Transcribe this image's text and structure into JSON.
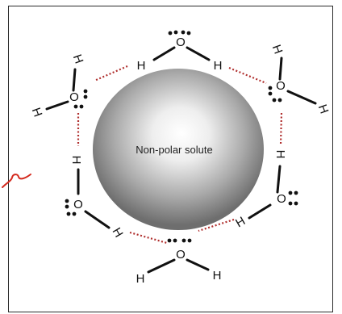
{
  "solute": {
    "label": "Non-polar solute",
    "gradient_light": "#ffffff",
    "gradient_dark": "#6e6e6e"
  },
  "atoms": {
    "oxygen": "O",
    "hydrogen": "H"
  },
  "colors": {
    "hbond": "#b0302f",
    "bond": "#111111",
    "mark": "#d42a1e",
    "frame": "#2b2b2b"
  }
}
